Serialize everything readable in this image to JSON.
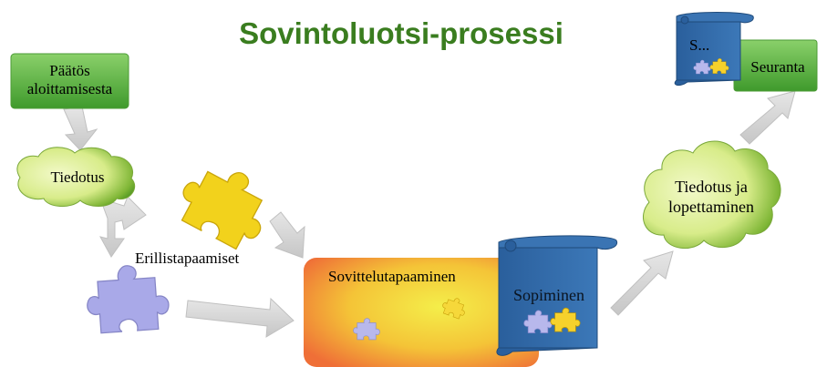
{
  "title": "Sovintoluotsi-prosessi",
  "nodes": {
    "decision": "Päätös aloittamisesta",
    "inform": "Tiedotus",
    "separate": "Erillistapaamiset",
    "mediation": "Sovittelutapaaminen",
    "agreement": "Sopiminen",
    "closing": "Tiedotus ja lopettaminen",
    "followup_scroll": "S...",
    "followup": "Seuranta"
  },
  "colors": {
    "title": "#3a7d1f",
    "green_box": "#5ab54a",
    "cloud_light": "#e6f3a8",
    "cloud_dark": "#3d8a1a",
    "scroll": "#2f6aa8",
    "mediation_orange": "#f07a3a",
    "mediation_yellow": "#f4e94a",
    "puzzle_yellow": "#f2d21c",
    "puzzle_lavender": "#a9a9e8",
    "arrow_gray": "#d2d2d2"
  }
}
